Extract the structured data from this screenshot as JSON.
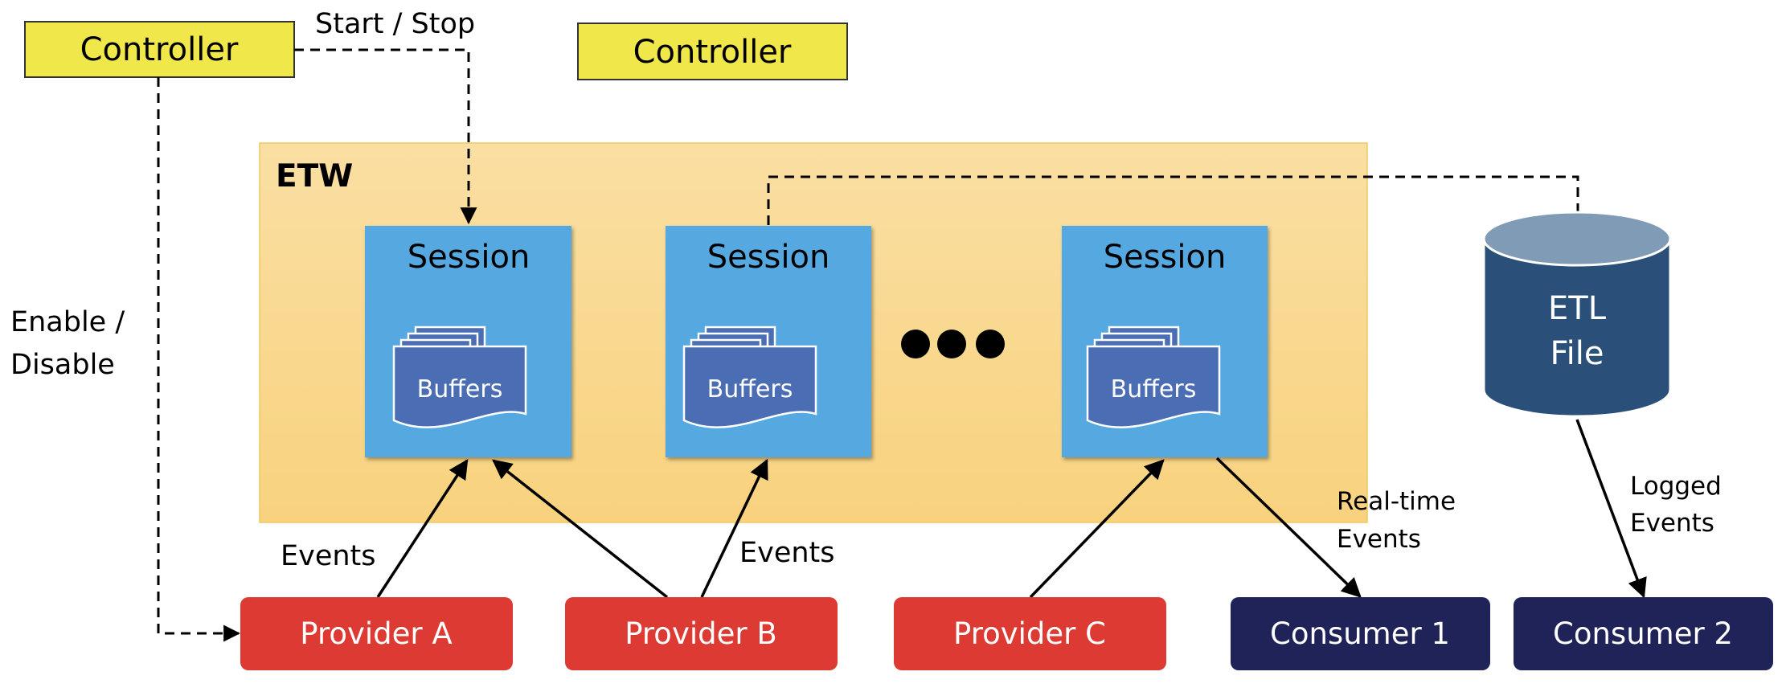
{
  "controllers": [
    {
      "label": "Controller"
    },
    {
      "label": "Controller"
    }
  ],
  "etw": {
    "label": "ETW"
  },
  "sessions": [
    {
      "title": "Session",
      "buffers_label": "Buffers"
    },
    {
      "title": "Session",
      "buffers_label": "Buffers"
    },
    {
      "title": "Session",
      "buffers_label": "Buffers"
    }
  ],
  "etl_file": {
    "line1": "ETL",
    "line2": "File"
  },
  "providers": [
    {
      "label": "Provider A"
    },
    {
      "label": "Provider B"
    },
    {
      "label": "Provider C"
    }
  ],
  "consumers": [
    {
      "label": "Consumer 1"
    },
    {
      "label": "Consumer 2"
    }
  ],
  "edge_labels": {
    "start_stop": "Start / Stop",
    "enable_line1": "Enable /",
    "enable_line2": "Disable",
    "events_a": "Events",
    "events_b": "Events",
    "realtime_line1": "Real-time",
    "realtime_line2": "Events",
    "logged_line1": "Logged",
    "logged_line2": "Events"
  },
  "colors": {
    "controller_fill": "#f0e84a",
    "etw_fill": "#f9d58a",
    "session_fill": "#56a9e0",
    "buffer_fill": "#4a6db3",
    "provider_fill": "#dc3a33",
    "consumer_fill": "#1f2357",
    "etl_fill": "#2a4f78",
    "etl_top": "#7f9bb5"
  },
  "icons": {
    "ellipsis": "three-dots"
  }
}
